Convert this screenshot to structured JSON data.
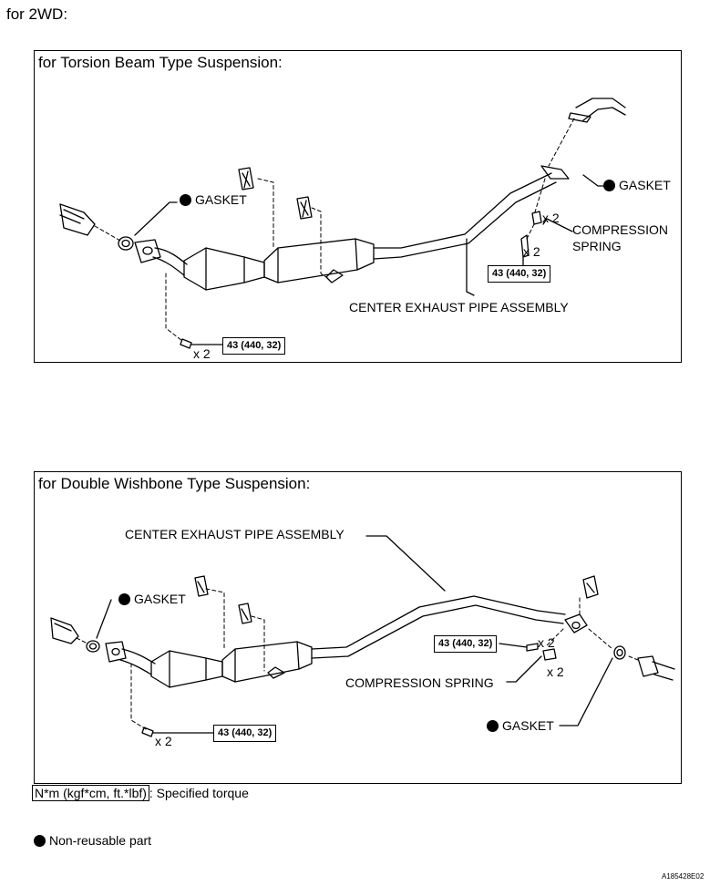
{
  "page": {
    "heading": "for 2WD:",
    "figure_code": "A185428E02"
  },
  "panel1": {
    "title": "for Torsion Beam Type Suspension:",
    "gasket_left": "GASKET",
    "gasket_right": "GASKET",
    "x2_spring": "x 2",
    "compression_spring_line1": "COMPRESSION",
    "compression_spring_line2": "SPRING",
    "x2_bolt": "x 2",
    "torque_right": "43 (440, 32)",
    "center_pipe": "CENTER EXHAUST PIPE ASSEMBLY",
    "x2_bottom": "x 2",
    "torque_bottom": "43 (440, 32)"
  },
  "panel2": {
    "title": "for Double Wishbone Type Suspension:",
    "center_pipe": "CENTER EXHAUST PIPE ASSEMBLY",
    "gasket_left": "GASKET",
    "torque_right": "43 (440, 32)",
    "x2_upper": "x 2",
    "x2_lower": "x 2",
    "compression_spring": "COMPRESSION SPRING",
    "torque_bottom": "43 (440, 32)",
    "x2_bottom": "x 2",
    "gasket_right": "GASKET"
  },
  "legend": {
    "unit_box": "N*m (kgf*cm, ft.*lbf)",
    "unit_text": ": Specified torque",
    "non_reusable": "Non-reusable part"
  },
  "colors": {
    "line": "#000000",
    "background": "#ffffff"
  }
}
